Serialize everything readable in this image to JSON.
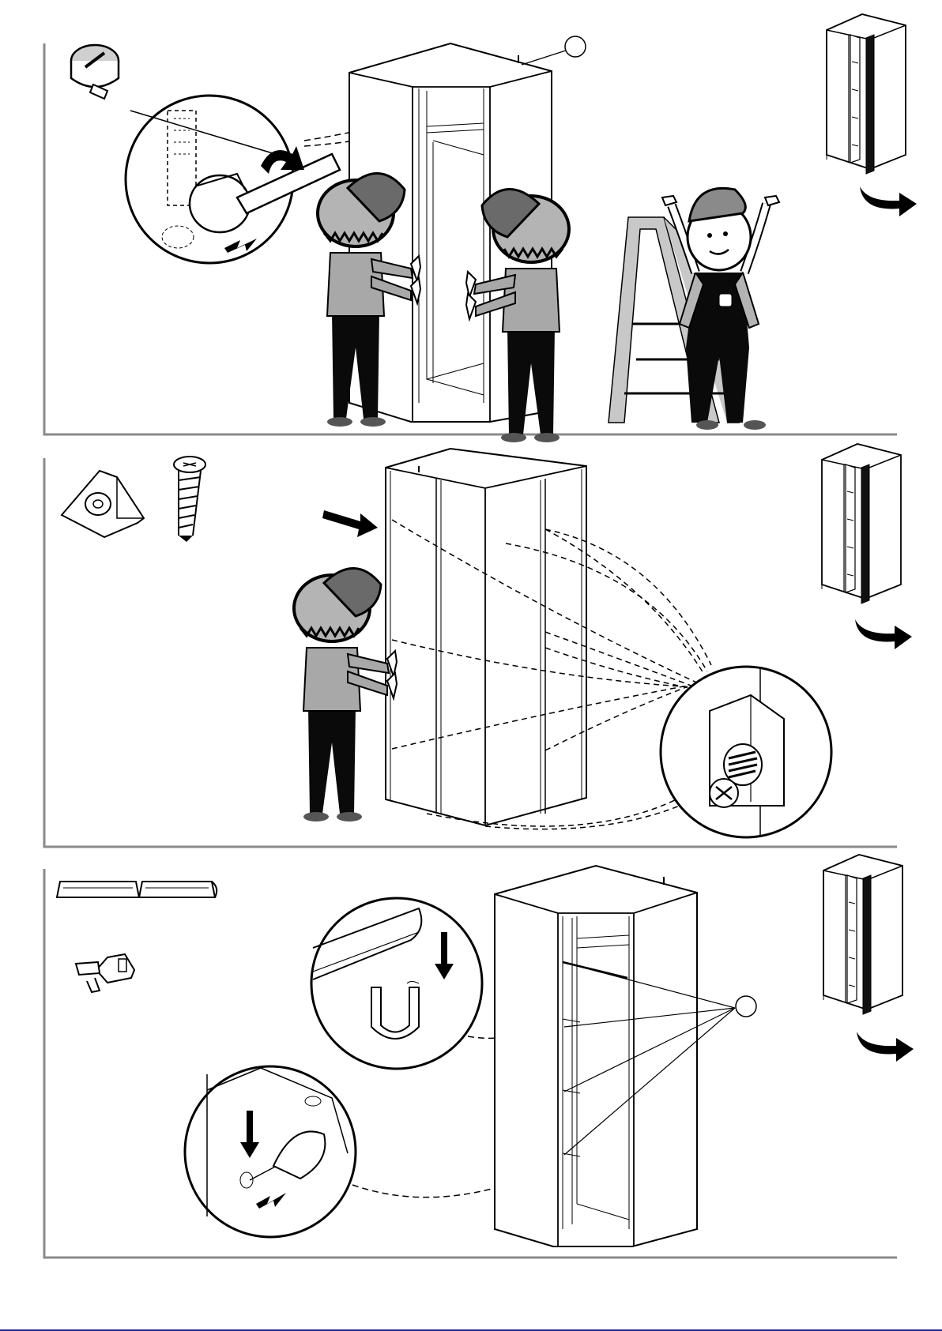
{
  "colors": {
    "frame": "#8a8a8a",
    "ink": "#000000",
    "cap_dark": "#6a6a6a",
    "cap_light": "#b4b4b4",
    "shirt": "#a8a8a8",
    "pants": "#0a0a0a",
    "ladder": "#c8c8c8"
  },
  "panels": [
    {
      "id": "step-1",
      "icons": [
        "cam-lock-fitting-icon"
      ],
      "callout_label": "",
      "thumbnail": "corner-wardrobe-open-door",
      "rotate_arrow": "rotate-arrow-icon"
    },
    {
      "id": "step-2",
      "icons": [
        "corner-bracket-icon",
        "wood-screw-icon"
      ],
      "thumbnail": "corner-wardrobe-open-door",
      "rotate_arrow": "rotate-arrow-icon"
    },
    {
      "id": "step-3",
      "icons": [
        "hanging-rail-icon",
        "shelf-support-pin-icon"
      ],
      "callout_label": "",
      "thumbnail": "corner-wardrobe-open-door",
      "rotate_arrow": "rotate-arrow-icon"
    }
  ]
}
